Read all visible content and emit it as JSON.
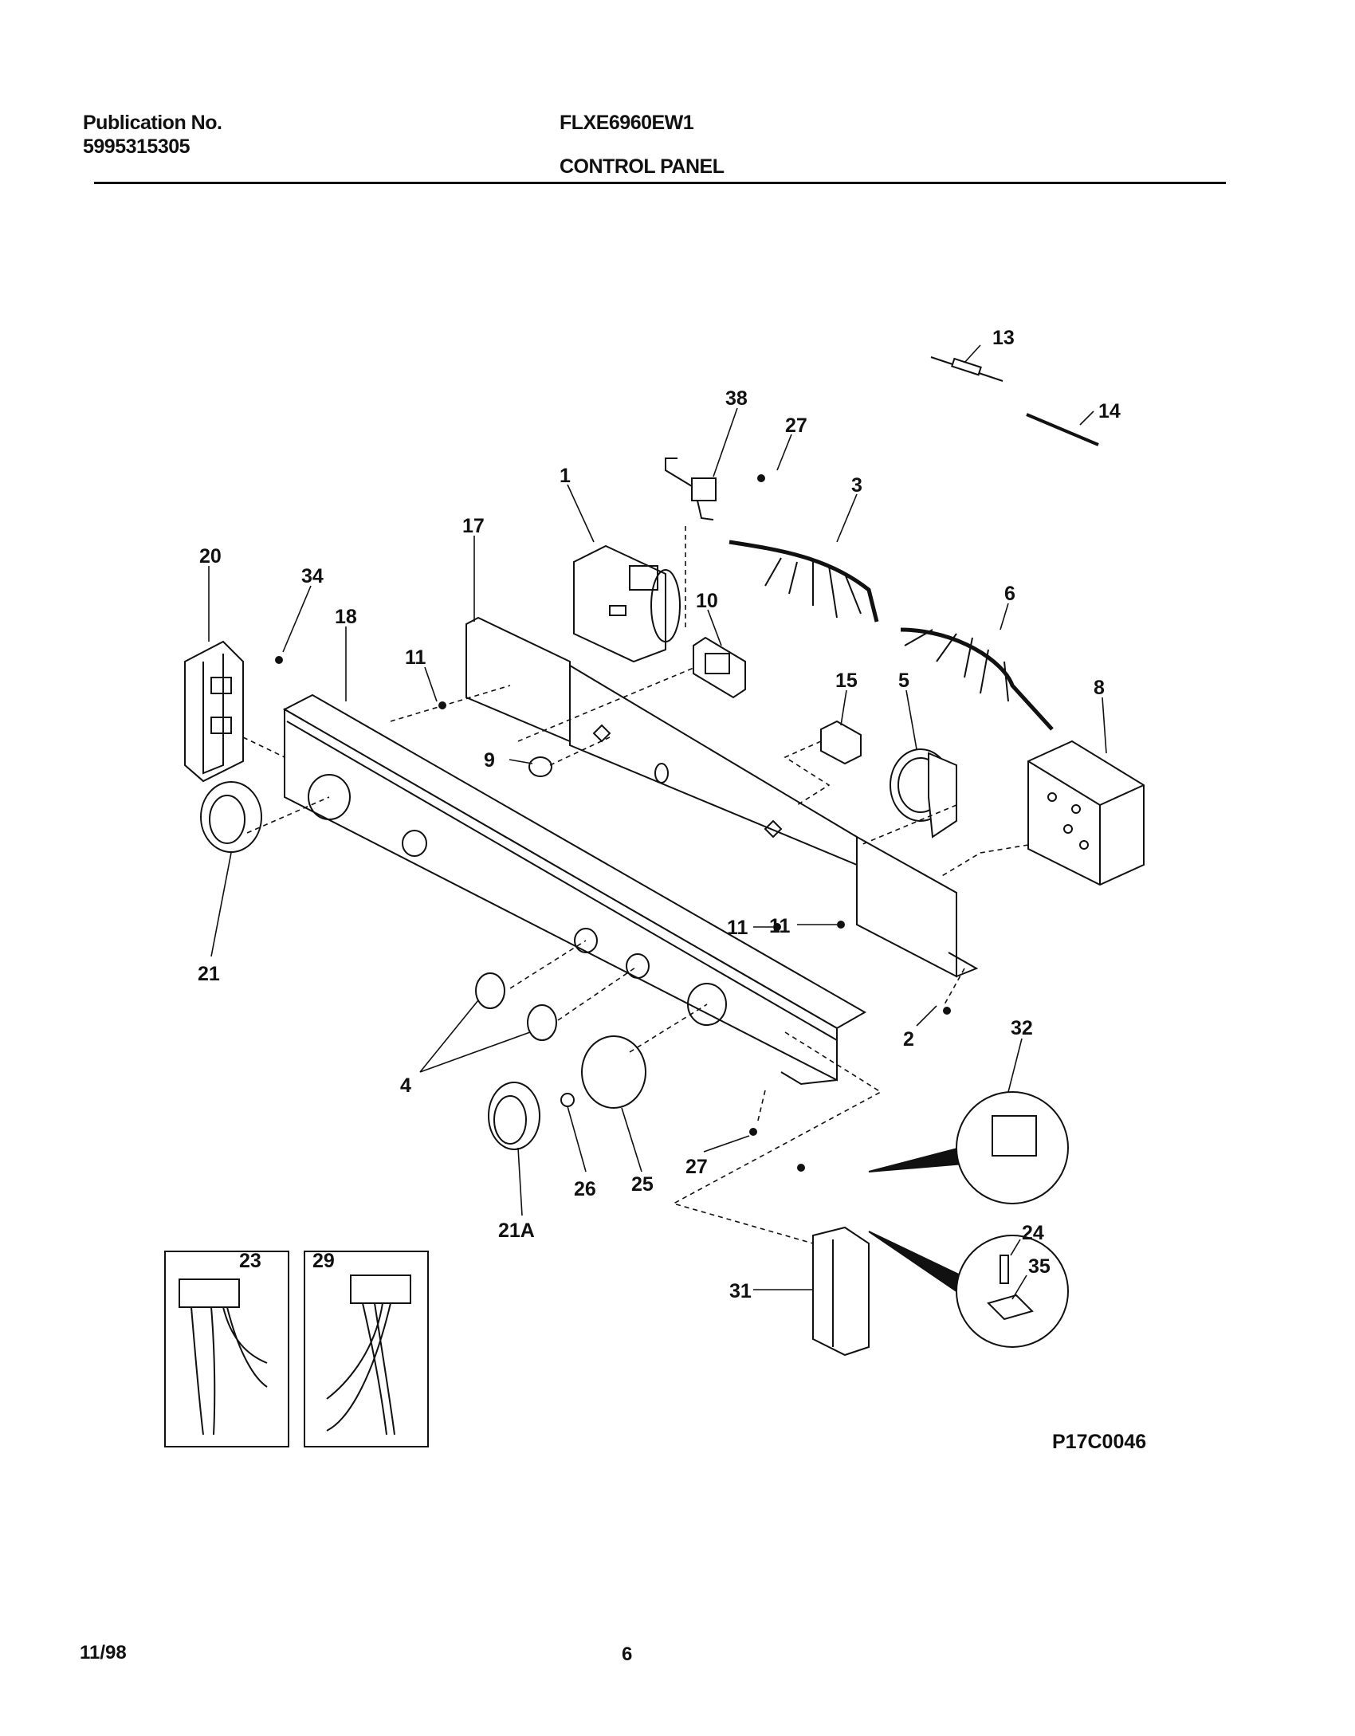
{
  "header": {
    "publication_label": "Publication No.",
    "publication_number": "5995315305",
    "model": "FLXE6960EW1",
    "section": "CONTROL PANEL"
  },
  "figure_code": "P17C0046",
  "footer": {
    "date": "11/98",
    "page": "6"
  },
  "callouts": [
    "13",
    "14",
    "38",
    "27",
    "1",
    "3",
    "17",
    "20",
    "34",
    "18",
    "10",
    "6",
    "11",
    "15",
    "5",
    "8",
    "9",
    "21",
    "11",
    "11",
    "2",
    "32",
    "4",
    "27",
    "26",
    "25",
    "21A",
    "23",
    "29",
    "24",
    "35",
    "31"
  ]
}
